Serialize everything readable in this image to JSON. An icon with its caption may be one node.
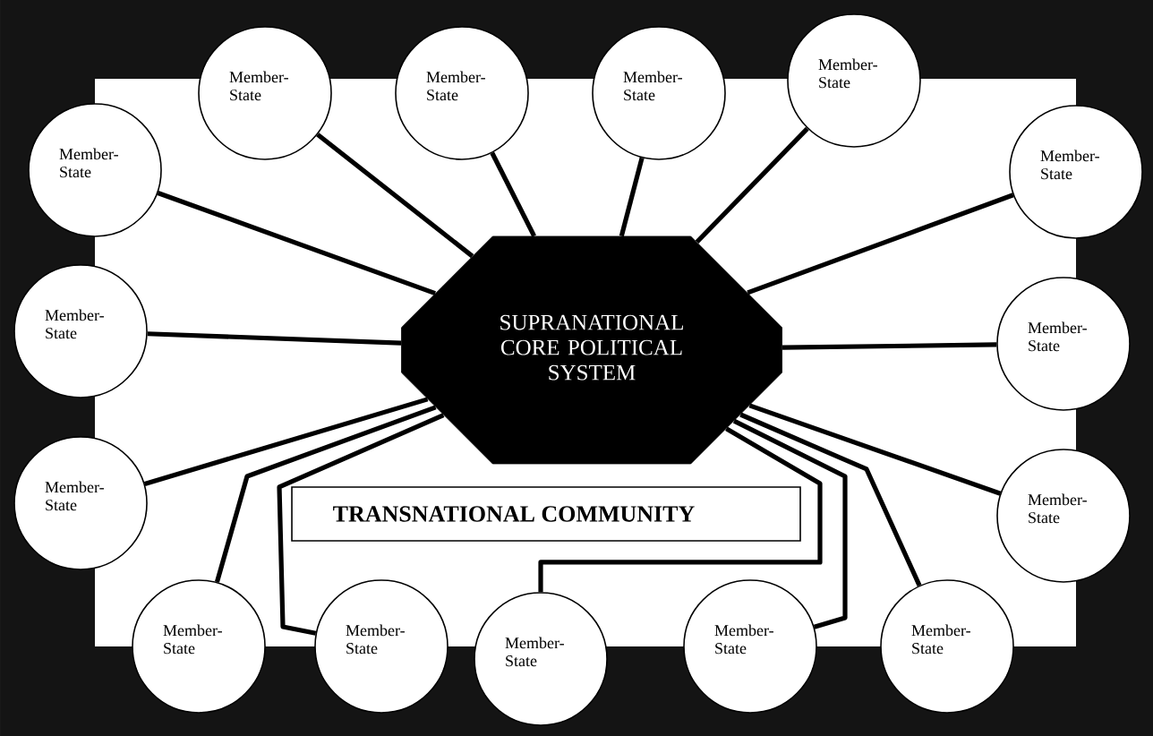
{
  "diagram": {
    "nodes": [
      {
        "text": [
          "SUPRANATIONAL CORE POLITICAL SYSTEM"
        ]
      },
      {
        "text": [
          "Member-State"
        ]
      },
      {
        "text": [
          "Member-State"
        ]
      },
      {
        "text": [
          "Member-State"
        ]
      },
      {
        "text": [
          "Member-State"
        ]
      },
      {
        "text": [
          "Member-State"
        ]
      },
      {
        "text": [
          "Member-State"
        ]
      },
      {
        "text": [
          "Member-State"
        ]
      },
      {
        "text": [
          "Member-State"
        ]
      },
      {
        "text": [
          "Member-State"
        ]
      },
      {
        "text": [
          "Member-State"
        ]
      },
      {
        "text": [
          "TRANSNATIONAL COMMUNITY"
        ]
      },
      {
        "text": [
          "Member-State"
        ]
      },
      {
        "text": [
          "Member-State"
        ]
      },
      {
        "text": [
          "Member-State"
        ]
      },
      {
        "text": [
          "Member-State"
        ]
      },
      {
        "text": [
          "Member-State"
        ]
      }
    ],
    "edges": [
      {
        "from": 1,
        "to": 0,
        "arrow": "none"
      },
      {
        "from": 2,
        "to": 0,
        "arrow": "none"
      },
      {
        "from": 3,
        "to": 0,
        "arrow": "none"
      },
      {
        "from": 4,
        "to": 0,
        "arrow": "none"
      },
      {
        "from": 5,
        "to": 0,
        "arrow": "none"
      },
      {
        "from": 6,
        "to": 0,
        "arrow": "none"
      },
      {
        "from": 7,
        "to": 0,
        "arrow": "none"
      },
      {
        "from": 8,
        "to": 0,
        "arrow": "none"
      },
      {
        "from": 9,
        "to": 0,
        "arrow": "none"
      },
      {
        "from": 10,
        "to": 0,
        "arrow": "none"
      },
      {
        "from": 12,
        "to": 0,
        "arrow": "none"
      },
      {
        "from": 13,
        "to": 0,
        "arrow": "none"
      },
      {
        "from": 14,
        "to": 0,
        "arrow": "none"
      },
      {
        "from": 15,
        "to": 0,
        "arrow": "none"
      },
      {
        "from": 16,
        "to": 0,
        "arrow": "none"
      }
    ]
  }
}
